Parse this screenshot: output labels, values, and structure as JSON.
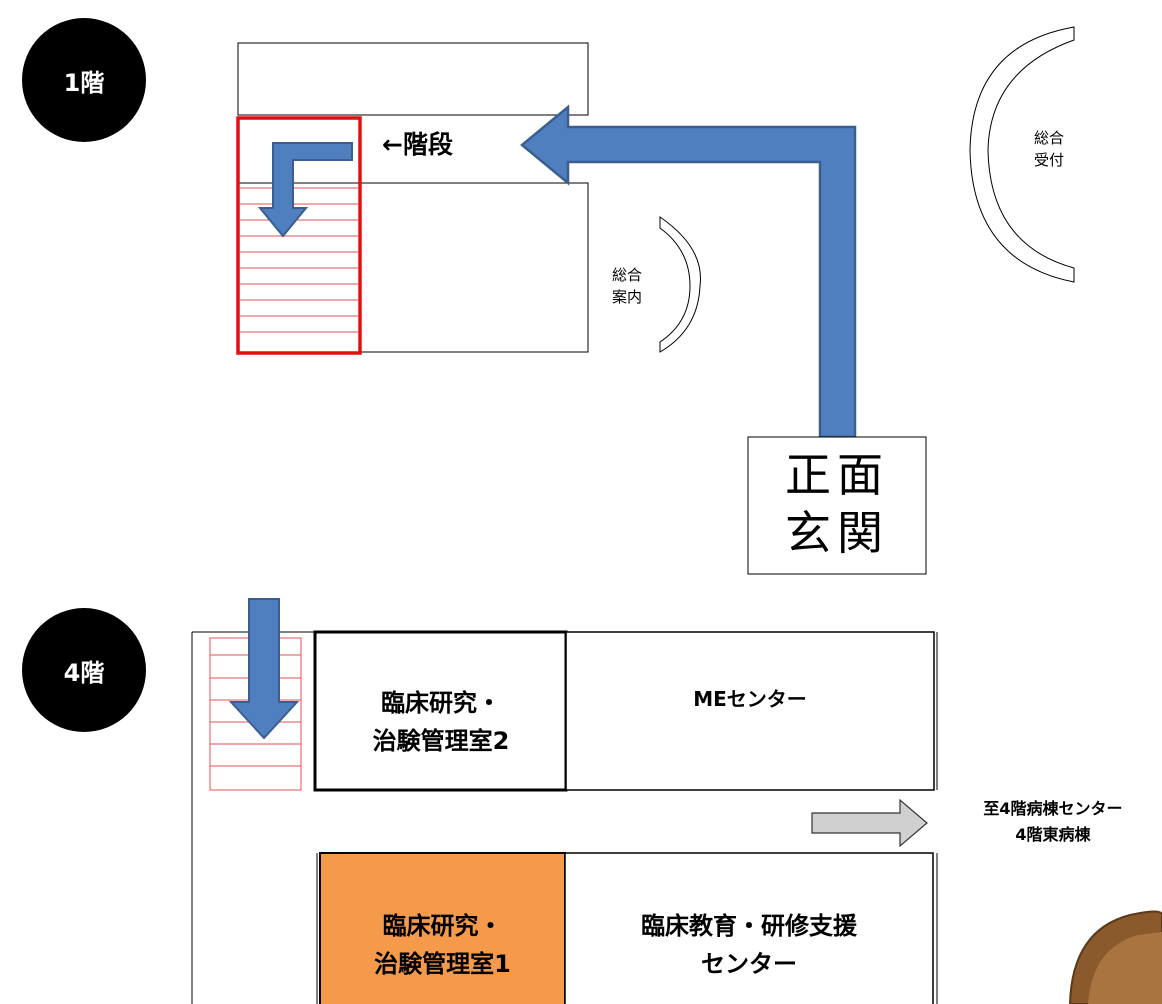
{
  "floor1": {
    "badge": "1階",
    "stairs_label": "←階段",
    "info_desk": "総合\n案内",
    "reception": "総合\n受付",
    "entrance": "正面\n玄関"
  },
  "floor4": {
    "badge": "4階",
    "room_trial2": "臨床研究・\n治験管理室2",
    "room_me": "MEセンター",
    "room_trial1": "臨床研究・\n治験管理室1",
    "room_education": "臨床教育・研修支援\nセンター",
    "direction": "至4階病棟センター\n4階東病棟"
  },
  "colors": {
    "arrow": "#4f7fbf",
    "arrow_outline": "#3a5f8f",
    "stairs_highlight": "#e01010",
    "stairs_lines": "#e05050",
    "highlight_room": "#f59a4a",
    "gray_arrow": "#d0d0d0"
  }
}
